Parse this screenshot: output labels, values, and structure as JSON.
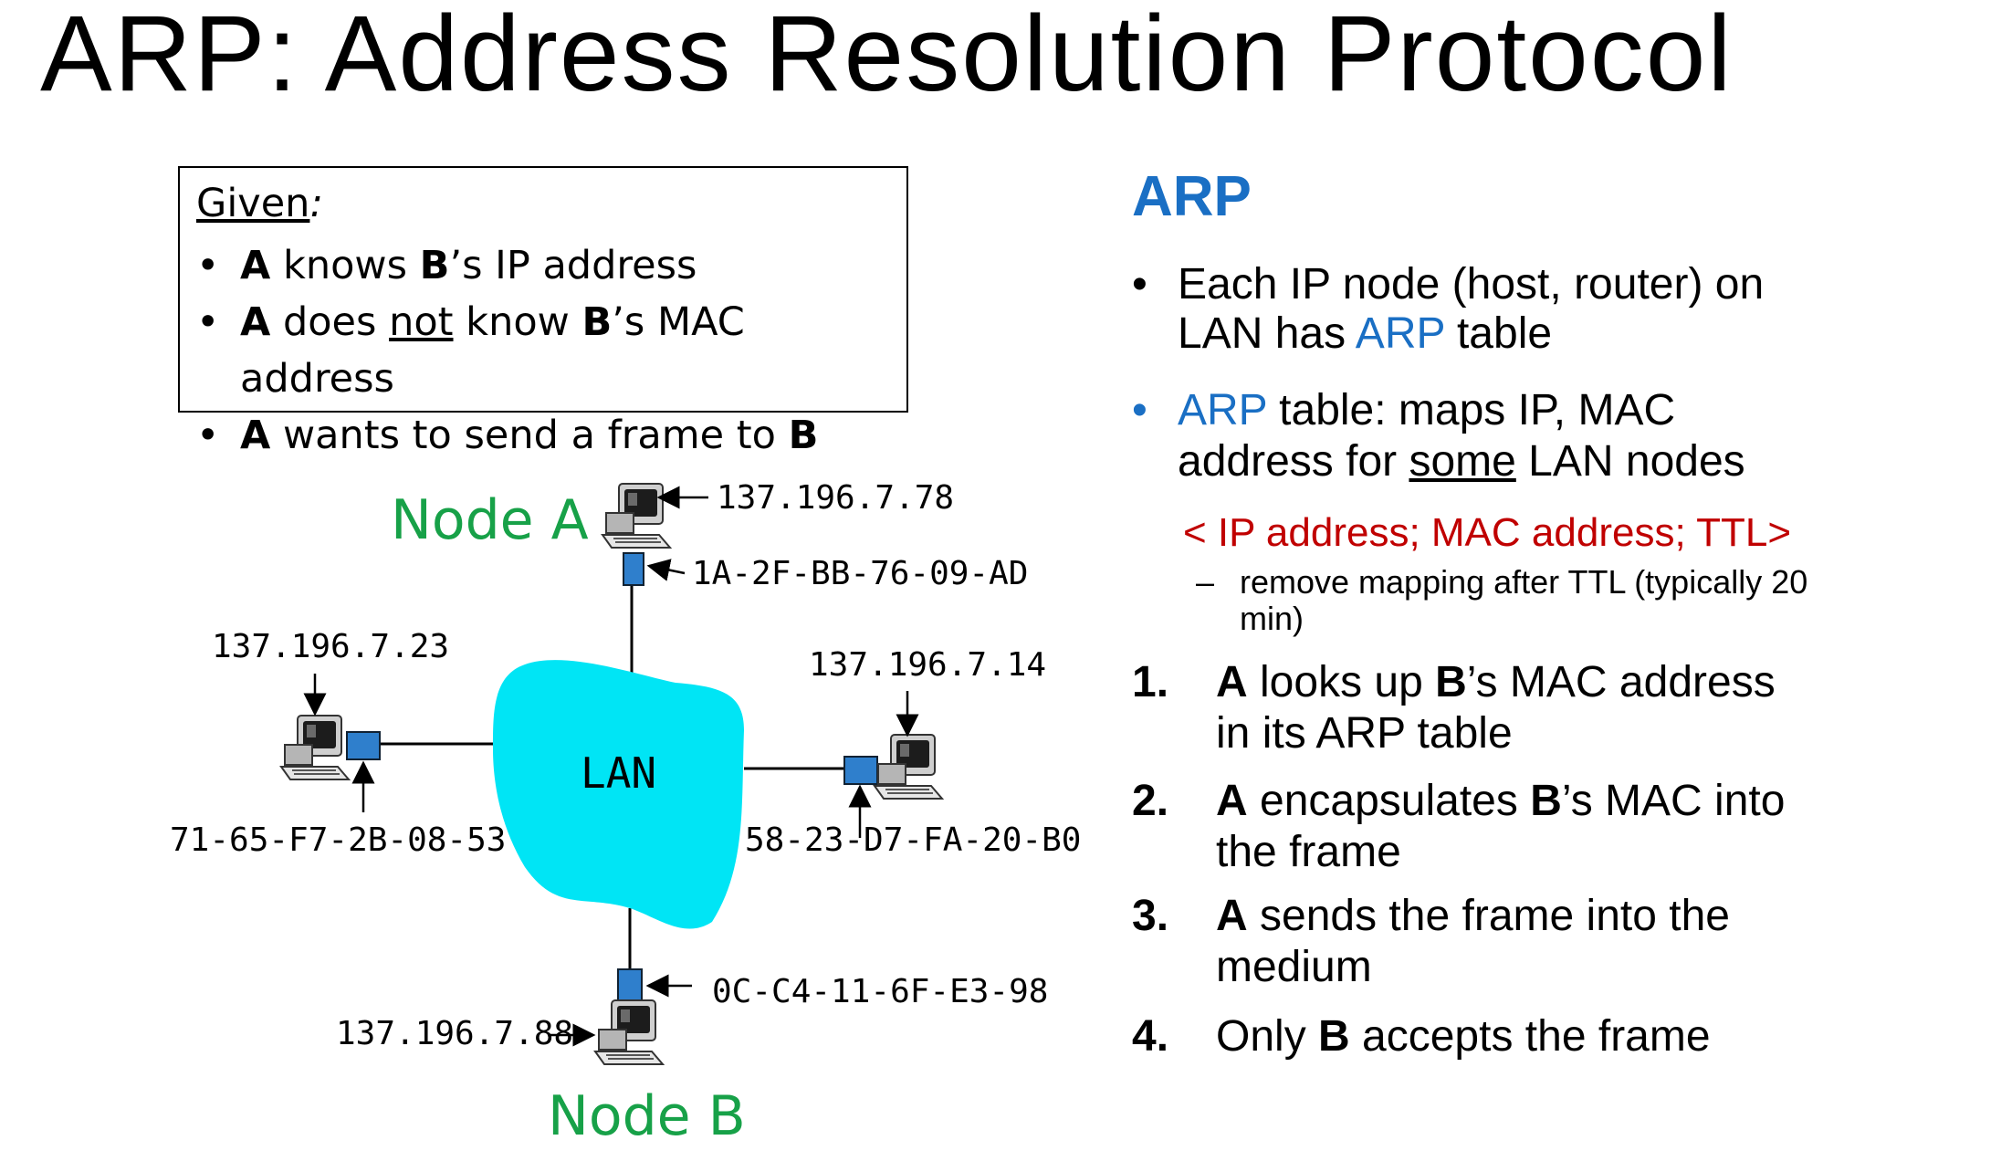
{
  "title": "ARP: Address Resolution Protocol",
  "given": {
    "heading": "Given",
    "heading_suffix": ":",
    "items": [
      {
        "a": "A",
        "t1": " knows ",
        "b": "B",
        "t2": "’s IP address"
      },
      {
        "a": "A",
        "t1": " does ",
        "not": "not",
        "t1b": " know ",
        "b": "B",
        "t2": "’s MAC address"
      },
      {
        "a": "A",
        "t1": " wants to send a frame to ",
        "b": "B"
      }
    ]
  },
  "diagram": {
    "lan_label": "LAN",
    "node_a_label": "Node A",
    "node_b_label": "Node B",
    "node_a_ip": "137.196.7.78",
    "node_a_mac": "1A-2F-BB-76-09-AD",
    "left_ip": "137.196.7.23",
    "left_mac": "71-65-F7-2B-08-53",
    "right_ip": "137.196.7.14",
    "right_mac": "58-23-D7-FA-20-B0",
    "node_b_ip": "137.196.7.88",
    "node_b_mac": "0C-C4-11-6F-E3-98",
    "colors": {
      "lan_fill": "#00e5f5",
      "node_label": "#17a148",
      "adapter": "#2f7fcc"
    }
  },
  "arp": {
    "heading": "ARP",
    "bullet1_l1": "Each IP node (host, router) on",
    "bullet1_l2a": "LAN has  ",
    "bullet1_l2b": "ARP",
    "bullet1_l2c": " table",
    "bullet2_l1a": "ARP",
    "bullet2_l1b": " table: maps IP, MAC",
    "bullet2_l2a": "address for ",
    "bullet2_l2b": "some",
    "bullet2_l2c": " LAN nodes",
    "tuple": "< IP address; MAC address; TTL>",
    "sub_dash": "–",
    "sub_l1": "remove mapping after TTL (typically 20",
    "sub_l2": "min)",
    "steps": [
      {
        "n": "1.",
        "l1a": "A",
        "l1b": " looks up ",
        "l1c": "B",
        "l1d": "’s MAC address",
        "l2": "in its ARP table"
      },
      {
        "n": "2.",
        "l1a": "A",
        "l1b": " encapsulates ",
        "l1c": "B",
        "l1d": "’s MAC into",
        "l2": "the frame"
      },
      {
        "n": "3.",
        "l1a": "A",
        "l1b": " sends the frame into the",
        "l2": "medium"
      },
      {
        "n": "4.",
        "l1a": " Only ",
        "l1c": "B",
        "l1d": " accepts the frame"
      }
    ],
    "colors": {
      "heading": "#1a6fc4",
      "tuple": "#c00000"
    }
  }
}
